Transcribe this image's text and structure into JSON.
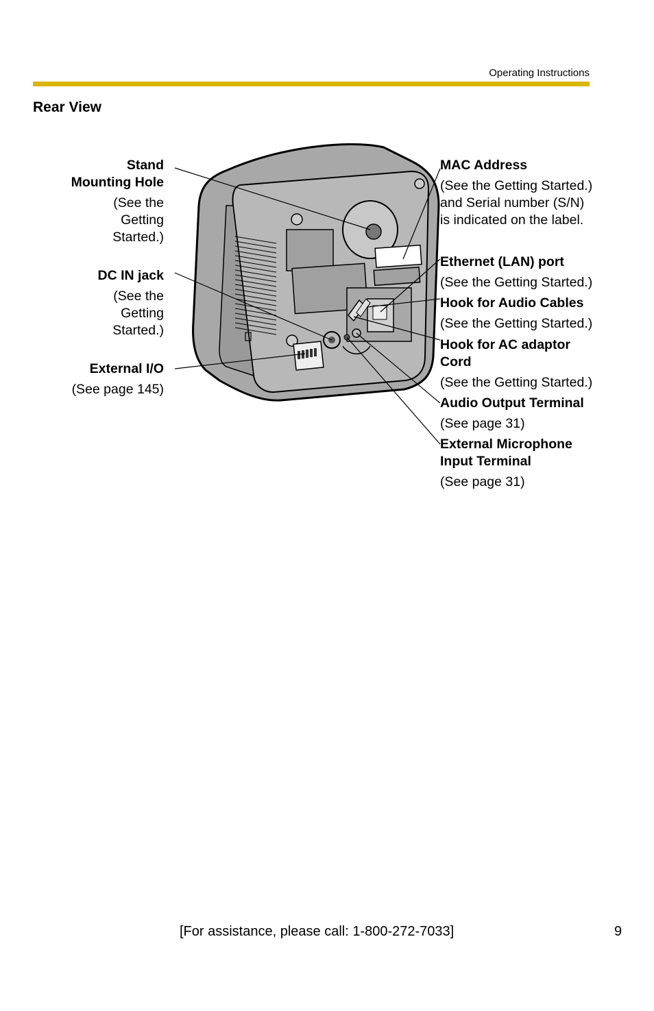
{
  "header": {
    "text": "Operating Instructions",
    "rule_color": "#d9b600"
  },
  "section_title": "Rear View",
  "left_labels": [
    {
      "title": [
        "Stand",
        "Mounting Hole"
      ],
      "ref": [
        "(See the",
        "Getting",
        "Started.)"
      ]
    },
    {
      "title": [
        "DC IN jack"
      ],
      "ref": [
        "(See the",
        "Getting",
        "Started.)"
      ]
    },
    {
      "title": [
        "External I/O"
      ],
      "ref": [
        "(See page 145)"
      ]
    }
  ],
  "right_labels": [
    {
      "title": [
        "MAC Address"
      ],
      "ref": [
        "(See the Getting Started.)",
        "and Serial number (S/N)",
        "is indicated on the label."
      ]
    },
    {
      "title": [
        "Ethernet (LAN) port"
      ],
      "ref": [
        "(See the Getting Started.)"
      ]
    },
    {
      "title": [
        "Hook for Audio Cables"
      ],
      "ref": [
        "(See the Getting Started.)"
      ]
    },
    {
      "title": [
        "Hook for AC adaptor",
        "Cord"
      ],
      "ref": [
        "(See the Getting Started.)"
      ]
    },
    {
      "title": [
        "Audio Output Terminal"
      ],
      "ref": [
        "(See page 31)"
      ]
    },
    {
      "title": [
        "External Microphone",
        "Input Terminal"
      ],
      "ref": [
        "(See page 31)"
      ]
    }
  ],
  "footer": {
    "assistance": "[For assistance, please call: 1-800-272-7033]",
    "page_number": "9"
  }
}
